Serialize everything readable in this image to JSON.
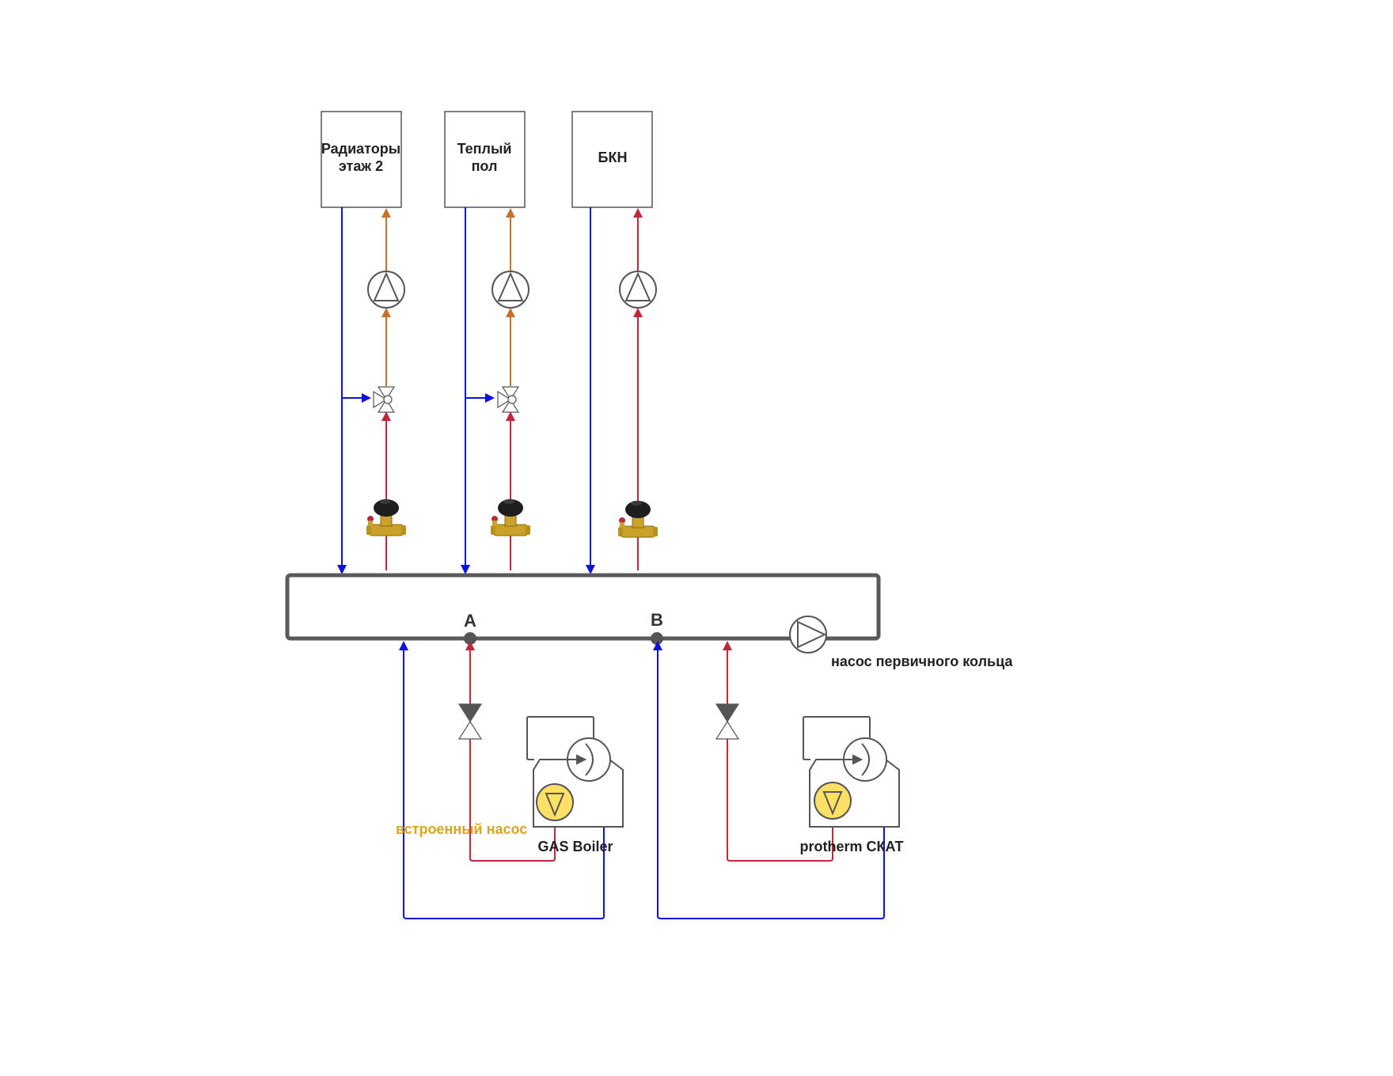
{
  "colors": {
    "supply": "#C0273A",
    "return": "#0B12E0",
    "mixed": "#C8702A",
    "line": "#555555",
    "pump_fill": "#FFE066",
    "accent_label": "#DAA520",
    "brass": "#C9A227",
    "handle": "#1E1E1E"
  },
  "consumers": [
    {
      "lines": [
        "Радиаторы",
        "этаж 2"
      ],
      "has_mixing_valve": true
    },
    {
      "lines": [
        "Теплый",
        "пол"
      ],
      "has_mixing_valve": true
    },
    {
      "lines": [
        "БКН"
      ],
      "has_mixing_valve": false
    }
  ],
  "header": {
    "point_a": "A",
    "point_b": "B",
    "primary_pump_label": "насос первичного кольца"
  },
  "boilers": [
    {
      "label": "GAS Boiler",
      "builtin_pump_label": "встроенный насос"
    },
    {
      "label": "protherm СКАТ",
      "builtin_pump_label": ""
    }
  ],
  "icons": {
    "circulation_pump": "pump-icon",
    "mixing_valve": "three-way-valve-icon",
    "balancing_valve": "balancing-valve-icon",
    "check_valve": "check-valve-icon",
    "boiler": "boiler-icon"
  }
}
